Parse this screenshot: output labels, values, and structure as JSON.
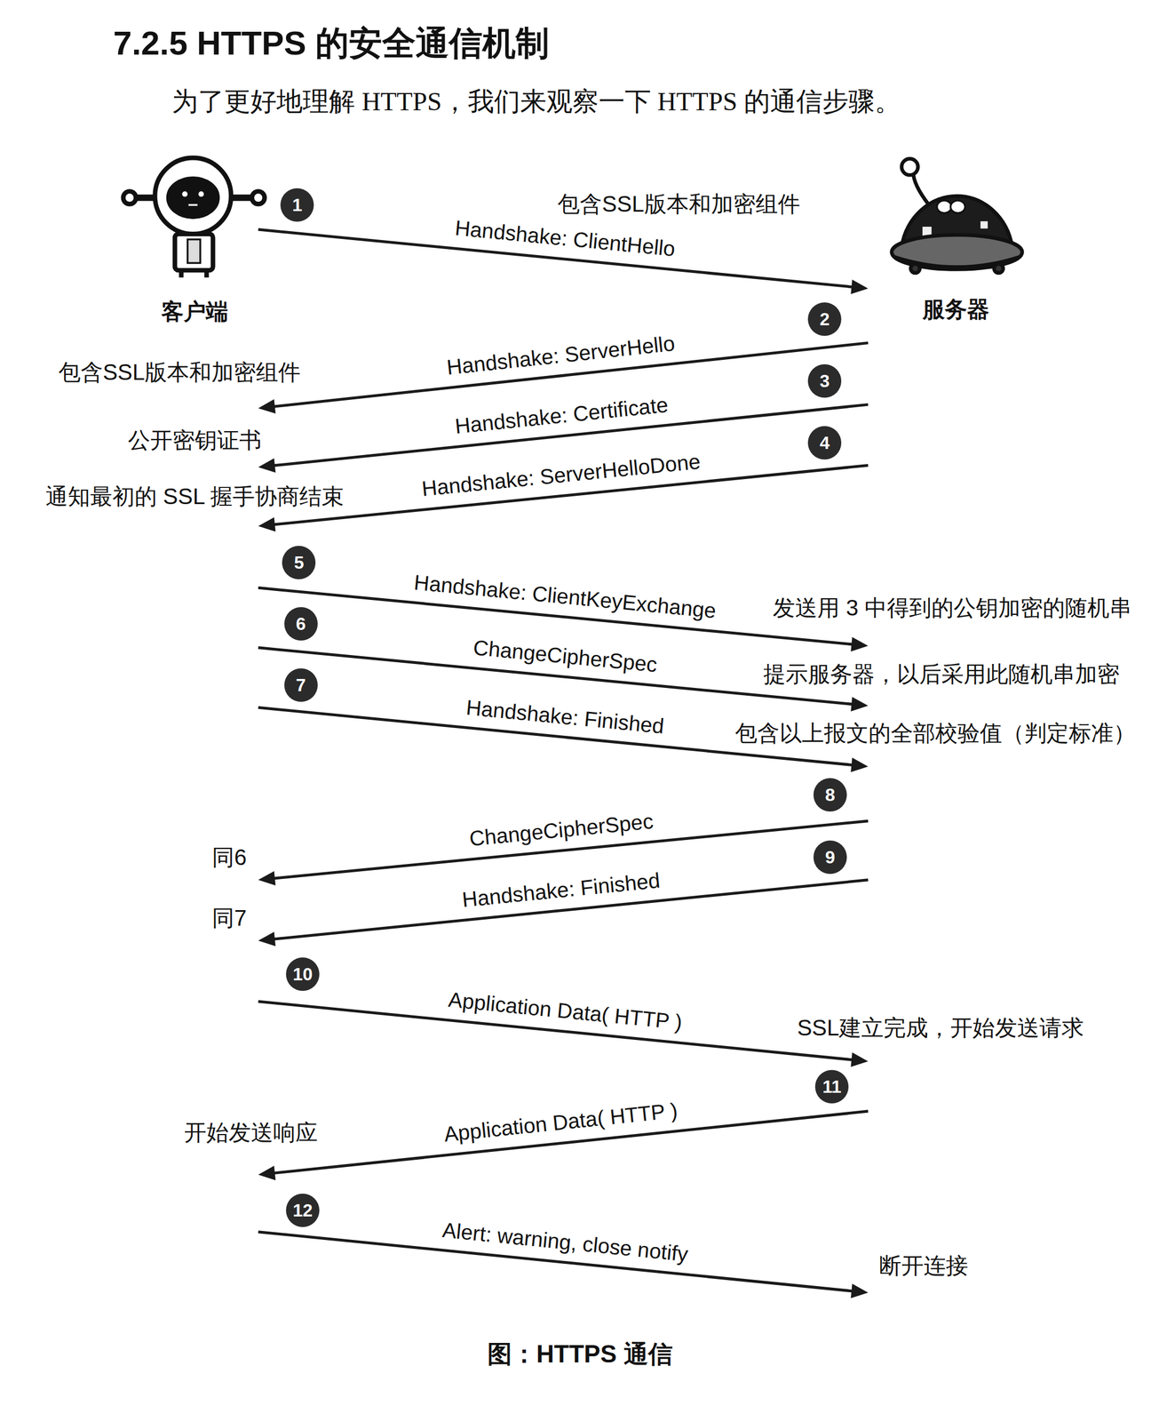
{
  "diagram": {
    "title": "7.2.5 HTTPS 的安全通信机制",
    "caption": "图：HTTPS 通信",
    "nodes": [
      {
        "text": [
          "客户端"
        ]
      },
      {
        "text": [
          "服务器"
        ]
      }
    ],
    "edges": [
      {
        "from": 0,
        "to": 1,
        "arrow": "to",
        "label": "Handshake: ClientHello"
      },
      {
        "from": 1,
        "to": 0,
        "arrow": "to",
        "label": "Handshake: ServerHello"
      },
      {
        "from": 1,
        "to": 0,
        "arrow": "to",
        "label": "Handshake: Certificate"
      },
      {
        "from": 1,
        "to": 0,
        "arrow": "to",
        "label": "Handshake: ServerHelloDone"
      },
      {
        "from": 0,
        "to": 1,
        "arrow": "to",
        "label": "Handshake: ClientKeyExchange"
      },
      {
        "from": 0,
        "to": 1,
        "arrow": "to",
        "label": "ChangeCipherSpec"
      },
      {
        "from": 0,
        "to": 1,
        "arrow": "to",
        "label": "Handshake: Finished"
      },
      {
        "from": 1,
        "to": 0,
        "arrow": "to",
        "label": "ChangeCipherSpec"
      },
      {
        "from": 1,
        "to": 0,
        "arrow": "to",
        "label": "Handshake: Finished"
      },
      {
        "from": 0,
        "to": 1,
        "arrow": "to",
        "label": "Application Data( HTTP )"
      },
      {
        "from": 1,
        "to": 0,
        "arrow": "to",
        "label": "Application Data( HTTP )"
      },
      {
        "from": 0,
        "to": 1,
        "arrow": "to",
        "label": "Alert: warning, close notify"
      }
    ],
    "labels": [
      "为了更好地理解 HTTPS，我们来观察一下 HTTPS 的通信步骤。",
      "1",
      "包含SSL版本和加密组件",
      "2",
      "包含SSL版本和加密组件",
      "3",
      "公开密钥证书",
      "4",
      "通知最初的 SSL 握手协商结束",
      "5",
      "发送用 3 中得到的公钥加密的随机串",
      "6",
      "提示服务器，以后采用此随机串加密",
      "7",
      "包含以上报文的全部校验值（判定标准）",
      "8",
      "同6",
      "9",
      "同7",
      "10",
      "SSL建立完成，开始发送请求",
      "11",
      "开始发送响应",
      "12",
      "断开连接"
    ]
  }
}
